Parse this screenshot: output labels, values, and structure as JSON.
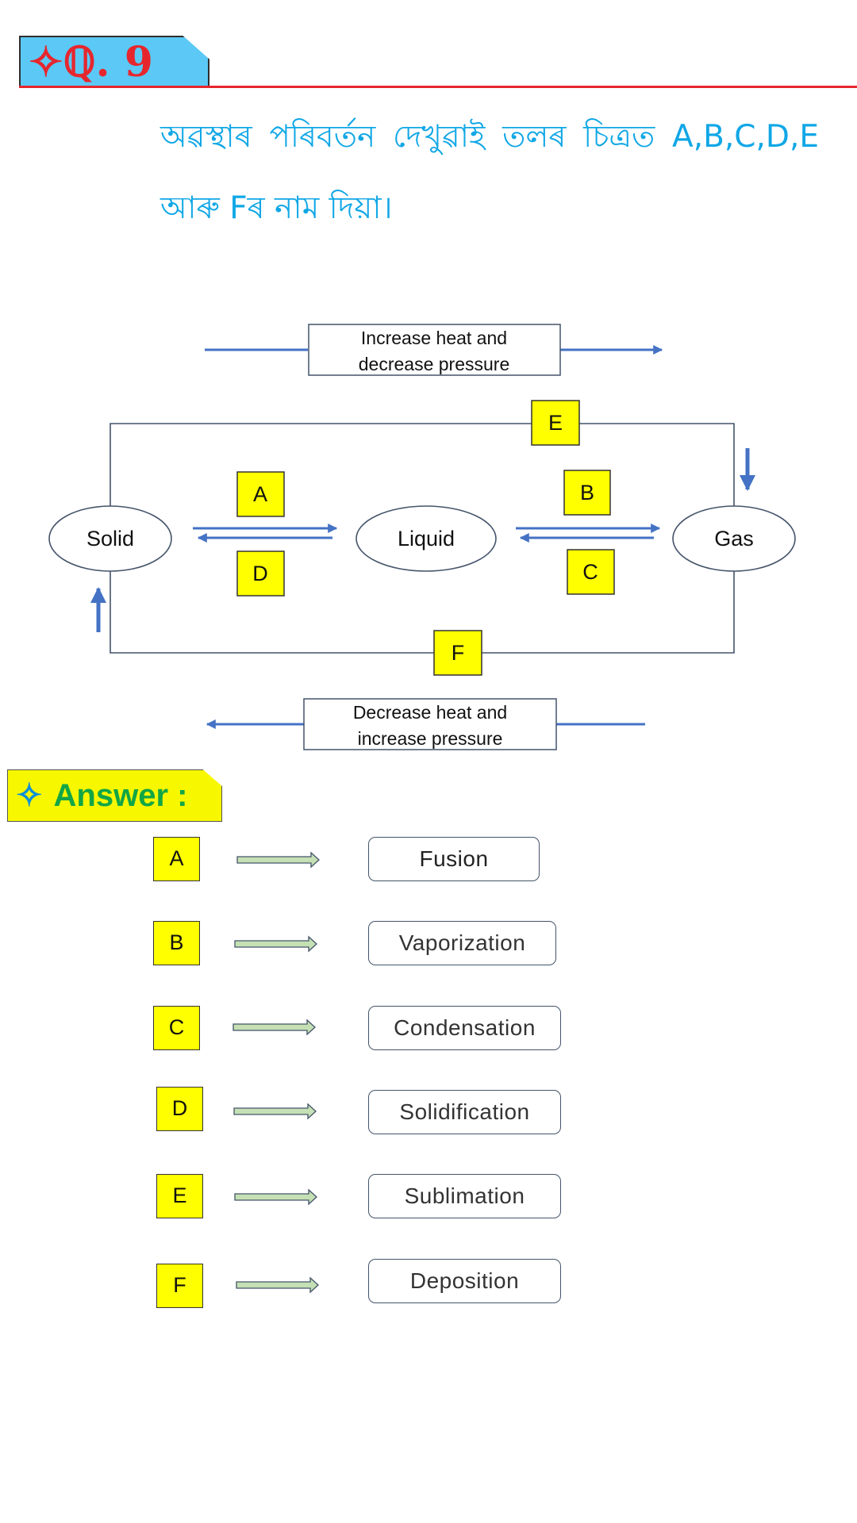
{
  "header": {
    "question_label": "✧ℚ. 9"
  },
  "question": {
    "text": "অৱস্থাৰ পৰিবৰ্তন দেখুৱাই তলৰ চিত্ৰত A,B,C,D,E আৰু Fৰ নাম দিয়া।"
  },
  "diagram": {
    "top_note": [
      "Increase heat and",
      "decrease pressure"
    ],
    "bottom_note": [
      "Decrease heat and",
      "increase pressure"
    ],
    "states": {
      "solid": "Solid",
      "liquid": "Liquid",
      "gas": "Gas"
    },
    "labels": {
      "a": "A",
      "b": "B",
      "c": "C",
      "d": "D",
      "e": "E",
      "f": "F"
    },
    "colors": {
      "arrow": "#4472c4",
      "line": "#44546a",
      "label_fill": "#ffff00"
    }
  },
  "answer": {
    "heading": "Answer :",
    "star": "✧",
    "items": [
      {
        "letter": "A",
        "term": "Fusion"
      },
      {
        "letter": "B",
        "term": "Vaporization"
      },
      {
        "letter": "C",
        "term": "Condensation"
      },
      {
        "letter": "D",
        "term": "Solidification"
      },
      {
        "letter": "E",
        "term": "Sublimation"
      },
      {
        "letter": "F",
        "term": "Deposition"
      }
    ]
  }
}
